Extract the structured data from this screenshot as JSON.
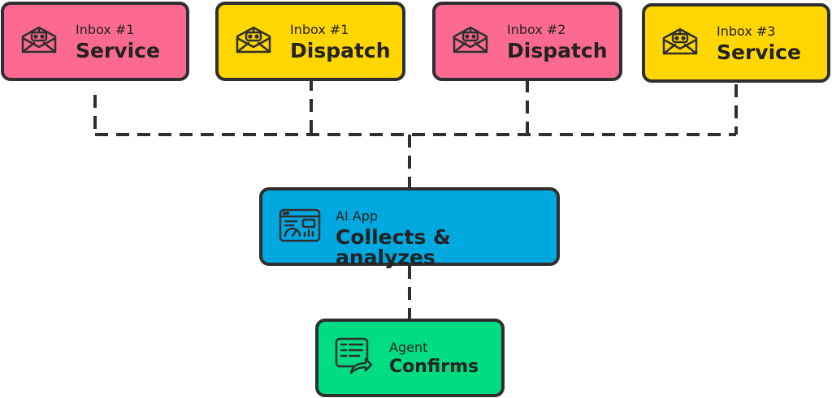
{
  "colors": {
    "service": "#fc6a91",
    "dispatch": "#ffd600",
    "ai_app": "#00a8e0",
    "agent": "#00dc82",
    "outline": "#2f2f2f"
  },
  "nodes": {
    "inbox1_service": {
      "caption": "Inbox #1",
      "label": "Service",
      "icon": "mail-robot-icon"
    },
    "inbox1_dispatch": {
      "caption": "Inbox #1",
      "label": "Dispatch",
      "icon": "mail-robot-icon"
    },
    "inbox2_dispatch": {
      "caption": "Inbox #2",
      "label": "Dispatch",
      "icon": "mail-robot-icon"
    },
    "inbox3_service": {
      "caption": "Inbox #3",
      "label": "Service",
      "icon": "mail-robot-icon"
    },
    "ai_app": {
      "caption": "AI App",
      "label": "Collects & analyzes",
      "icon": "dashboard-icon"
    },
    "agent": {
      "caption": "Agent",
      "label": "Confirms",
      "icon": "form-forward-icon"
    }
  },
  "edges": [
    {
      "from": "inbox1_service",
      "to": "ai_app",
      "style": "dashed"
    },
    {
      "from": "inbox1_dispatch",
      "to": "ai_app",
      "style": "dashed"
    },
    {
      "from": "inbox2_dispatch",
      "to": "ai_app",
      "style": "dashed"
    },
    {
      "from": "inbox3_service",
      "to": "ai_app",
      "style": "dashed"
    },
    {
      "from": "ai_app",
      "to": "agent",
      "style": "dashed"
    }
  ]
}
